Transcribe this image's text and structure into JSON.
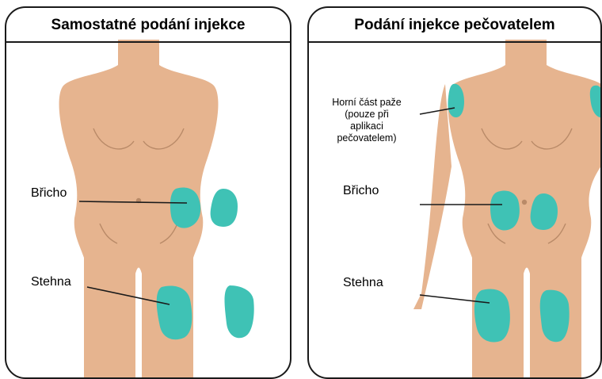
{
  "panels": {
    "self": {
      "title": "Samostatné podání injekce",
      "labels": {
        "abdomen": "Břicho",
        "thighs": "Stehna"
      }
    },
    "caregiver": {
      "title": "Podání injekce pečovatelem",
      "labels": {
        "upper_arm": [
          "Horní část paže",
          "(pouze při",
          "aplikaci",
          "pečovatelem)"
        ],
        "abdomen": "Břicho",
        "thighs": "Stehna"
      }
    }
  },
  "colors": {
    "skin": "#e6b48f",
    "skin_line": "#b98a68",
    "injection_site": "#3fc2b5",
    "outline": "#1a1a1a"
  }
}
